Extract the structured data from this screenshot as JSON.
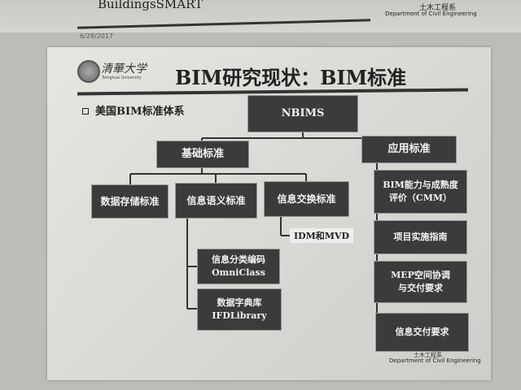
{
  "header": {
    "brand": "BuildingsSMART",
    "dept_cn": "土木工程系",
    "dept_en": "Department of Civil Engineering",
    "date": "6/28/2017"
  },
  "slide": {
    "university_cn": "清華大学",
    "university_en": "Tsinghua University",
    "title": "BIM研究现状：BIM标准",
    "bullet": "美国BIM标准体系",
    "footer_cn": "土木工程系",
    "footer_en": "Department of Civil Engineering"
  },
  "diagram": {
    "root": "NBIMS",
    "basic": "基础标准",
    "application": "应用标准",
    "storage": "数据存储标准",
    "semantic": "信息语义标准",
    "exchange": "信息交换标准",
    "idm_mvd": "IDM和MVD",
    "classification": [
      "信息分类编码",
      "OmniClass"
    ],
    "dictionary": [
      "数据字典库",
      "IFDLibrary"
    ],
    "cmm": [
      "BIM能力与成熟度",
      "评价（CMM）"
    ],
    "guide": "项目实施指南",
    "mep": [
      "MEP空间协调",
      "与交付要求"
    ],
    "delivery": "信息交付要求"
  }
}
